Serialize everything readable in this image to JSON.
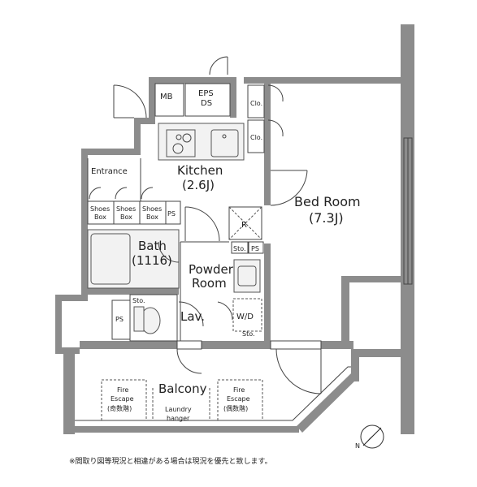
{
  "labels": {
    "mb": "MB",
    "eps_line1": "EPS",
    "eps_line2": "DS",
    "clo_top": "Clo.",
    "clo_bottom": "Clo.",
    "entrance": "Entrance",
    "kitchen": "Kitchen",
    "kitchen_size": "(2.6J)",
    "bedroom": "Bed Room",
    "bedroom_size": "(7.3J)",
    "shoes1_line1": "Shoes",
    "shoes1_line2": "Box",
    "shoes2_line1": "Shoes",
    "shoes2_line2": "Box",
    "shoes3_line1": "Shoes",
    "shoes3_line2": "Box",
    "ps_upper": "PS",
    "refrigerator": "R",
    "sto_upper": "Sto.",
    "ps_mid": "PS",
    "bath": "Bath",
    "bath_size": "(1116)",
    "powder_line1": "Powder",
    "powder_line2": "Room",
    "sto_lav": "Sto.",
    "ps_lower": "PS",
    "lav": "Lav.",
    "wd": "W/D",
    "sto_wd": "Sto.",
    "balcony": "Balcony",
    "fire_left_line1": "Fire",
    "fire_left_line2": "Escape",
    "fire_left_line3": "(奇数階)",
    "fire_right_line1": "Fire",
    "fire_right_line2": "Escape",
    "fire_right_line3": "(偶数階)",
    "laundry_line1": "Laundry",
    "laundry_line2": "hanger",
    "compass_n": "N",
    "footnote": "※間取り図等現況と相違がある場合は現況を優先と致します。"
  }
}
